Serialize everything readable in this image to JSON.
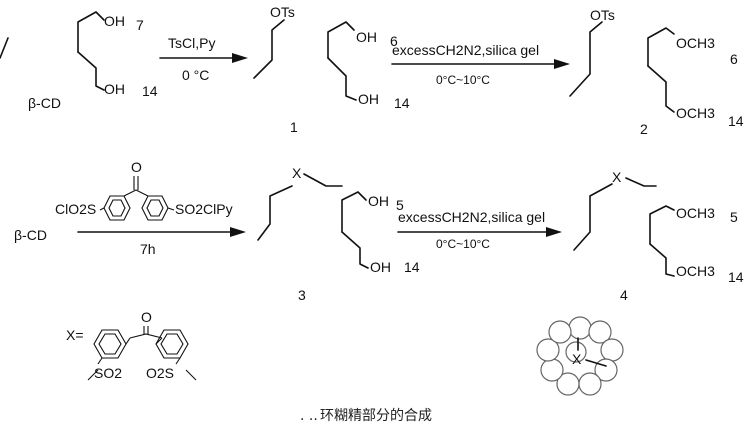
{
  "row1": {
    "reagent_top": "TsCl,Py",
    "reagent_bottom": "0 °C",
    "beta_cd": "β-CD",
    "oh_top": "OH",
    "oh_top_index": "7",
    "oh_bottom": "OH",
    "oh_bottom_index": "14",
    "ots_1": "OTs",
    "cmp1_oh_top": "OH",
    "cmp1_oh_top_index": "6",
    "cmp1_oh_bottom": "OH",
    "cmp1_oh_bottom_index": "14",
    "label_1": "1",
    "reagent2_top": "excessCH2N2,silica gel",
    "reagent2_bottom": "0°C~10°C",
    "ots_2": "OTs",
    "cmp2_och3_top": "OCH3",
    "cmp2_och3_top_index": "6",
    "cmp2_och3_bottom": "OCH3",
    "cmp2_och3_bottom_index": "14",
    "label_2": "2"
  },
  "row2": {
    "beta_cd": "β-CD",
    "reagent_left": "ClO2S",
    "reagent_right": "SO2ClPy",
    "carbonyl_o": "O",
    "time": "7h",
    "x_label_3": "X",
    "cmp3_oh_top": "OH",
    "cmp3_oh_top_index": "5",
    "cmp3_oh_bottom": "OH",
    "cmp3_oh_bottom_index": "14",
    "label_3": "3",
    "reagent2_top": "excessCH2N2,silica gel",
    "reagent2_bottom": "0°C~10°C",
    "x_label_4": "X",
    "cmp4_och3_top": "OCH3",
    "cmp4_och3_top_index": "5",
    "cmp4_och3_bottom": "OCH3",
    "cmp4_och3_bottom_index": "14",
    "label_4": "4"
  },
  "legend": {
    "x_eq": "X=",
    "carbonyl_o": "O",
    "so2_left": "SO2",
    "so2_right": "O2S",
    "x_center": "X"
  },
  "caption": "环糊精部分的合成"
}
